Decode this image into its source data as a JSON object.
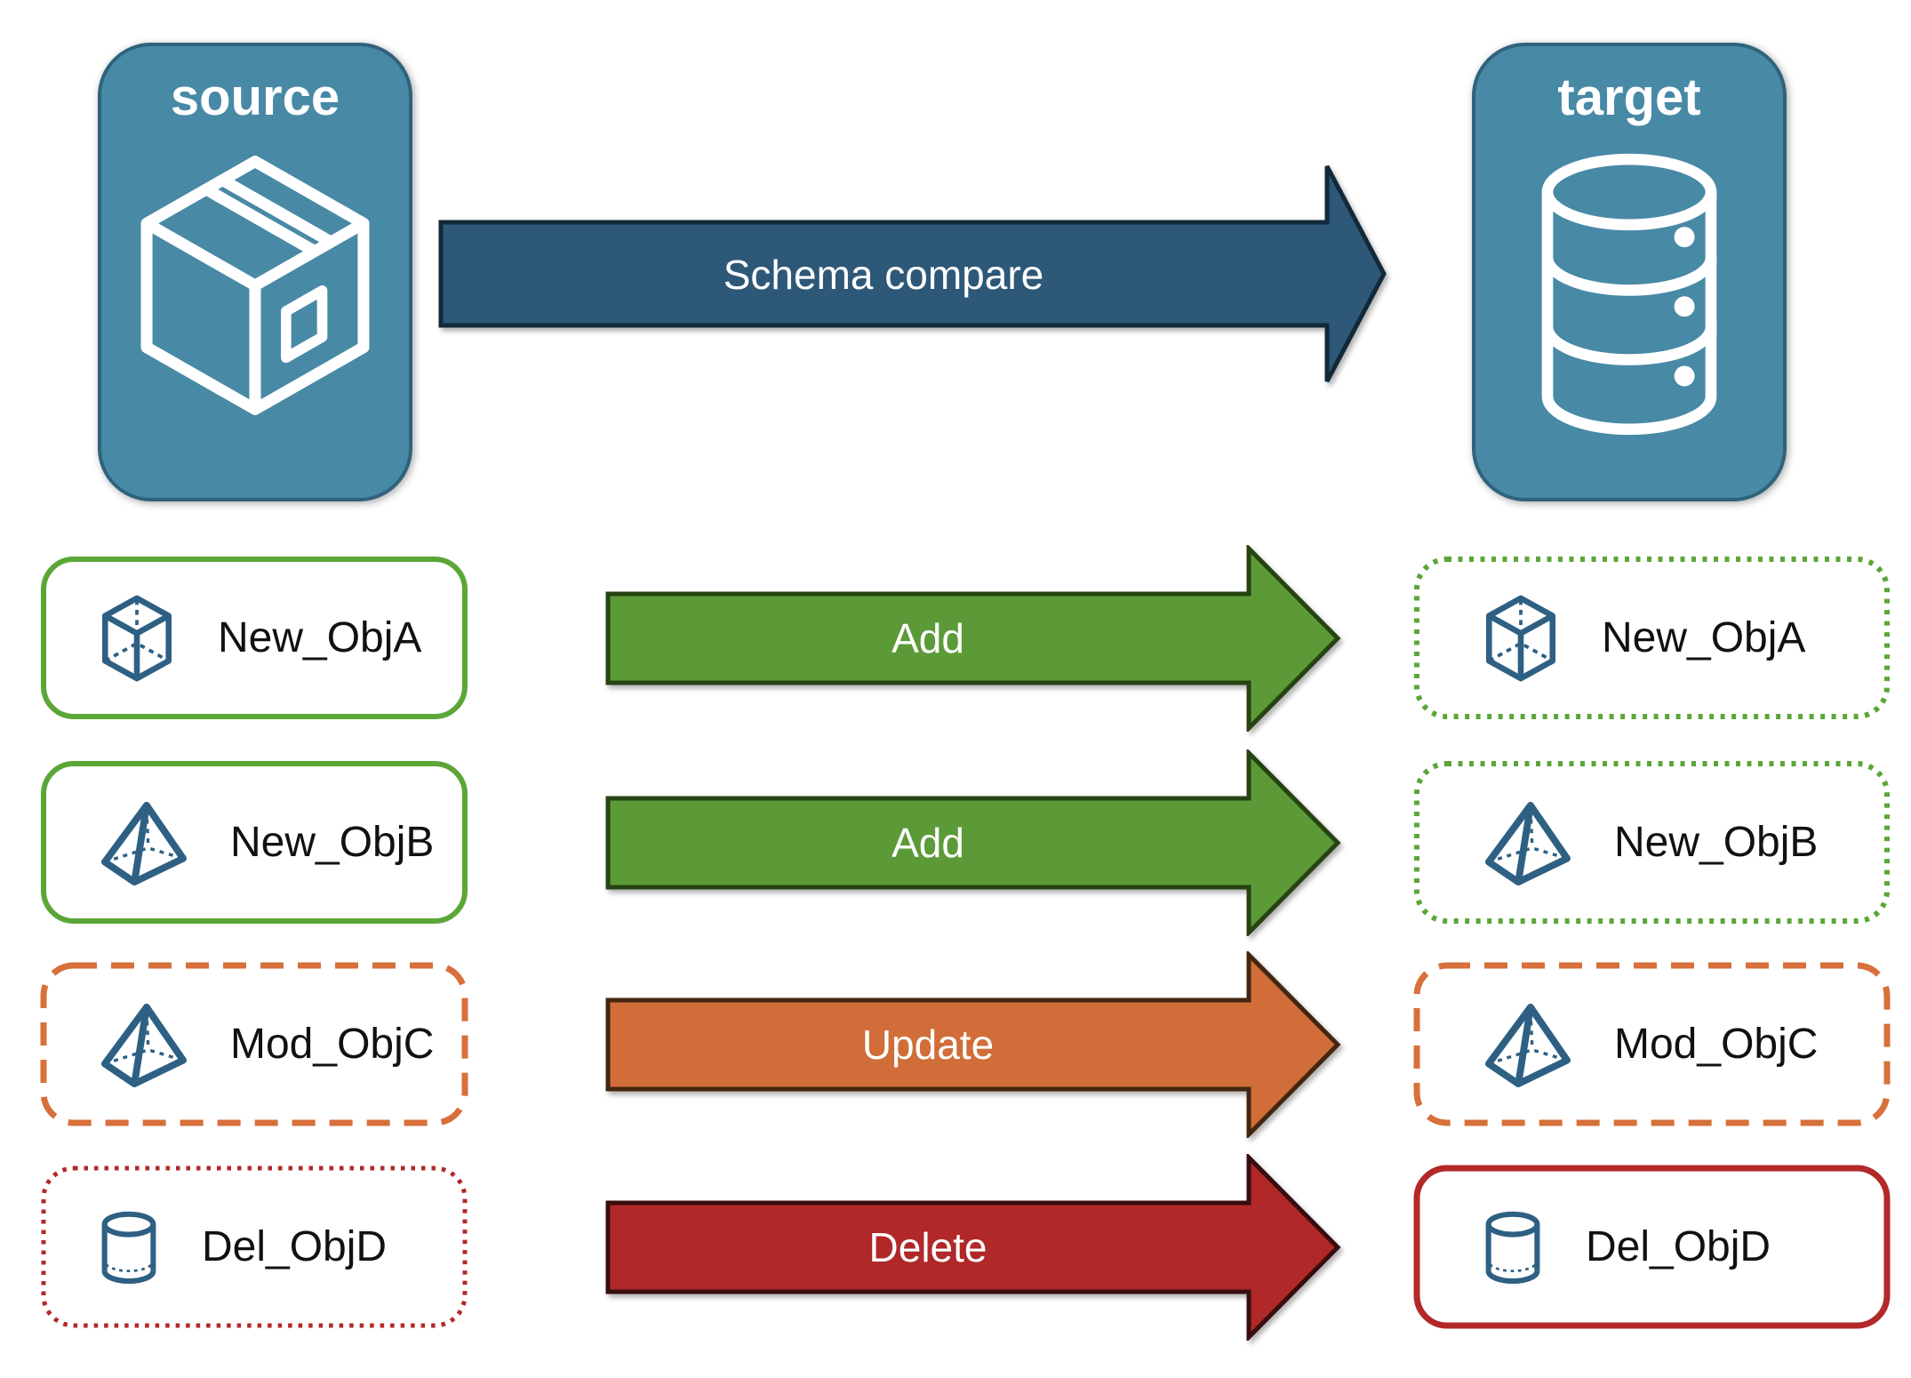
{
  "nodes": {
    "source": {
      "label": "source",
      "icon": "package-icon"
    },
    "target": {
      "label": "target",
      "icon": "database-icon"
    }
  },
  "compare_arrow": {
    "label": "Schema compare"
  },
  "rows": [
    {
      "icon": "cube-icon",
      "source_label": "New_ObjA",
      "action_label": "Add",
      "target_label": "New_ObjA",
      "source_border": "green-solid",
      "target_border": "green-dotted"
    },
    {
      "icon": "pyramid-icon",
      "source_label": "New_ObjB",
      "action_label": "Add",
      "target_label": "New_ObjB",
      "source_border": "green-solid",
      "target_border": "green-dotted"
    },
    {
      "icon": "pyramid-icon",
      "source_label": "Mod_ObjC",
      "action_label": "Update",
      "target_label": "Mod_ObjC",
      "source_border": "orange-dashed",
      "target_border": "orange-dashed"
    },
    {
      "icon": "cylinder-icon",
      "source_label": "Del_ObjD",
      "action_label": "Delete",
      "target_label": "Del_ObjD",
      "source_border": "red-dotted",
      "target_border": "red-solid"
    }
  ],
  "colors": {
    "node_fill": "#4889A6",
    "node_stroke": "#2F637C",
    "compare_fill": "#2E5877",
    "compare_stroke": "#12293A",
    "add_fill": "#5C9A38",
    "add_stroke": "#264312",
    "green_border": "#5BA637",
    "update_fill": "#D06D38",
    "update_stroke": "#42260F",
    "orange_border": "#D7703A",
    "delete_fill": "#B02828",
    "delete_stroke": "#380D0D",
    "red_border": "#B32828",
    "icon_stroke": "#2E6083",
    "label_text": "#111111",
    "arrow_text": "#FFFFFF"
  }
}
